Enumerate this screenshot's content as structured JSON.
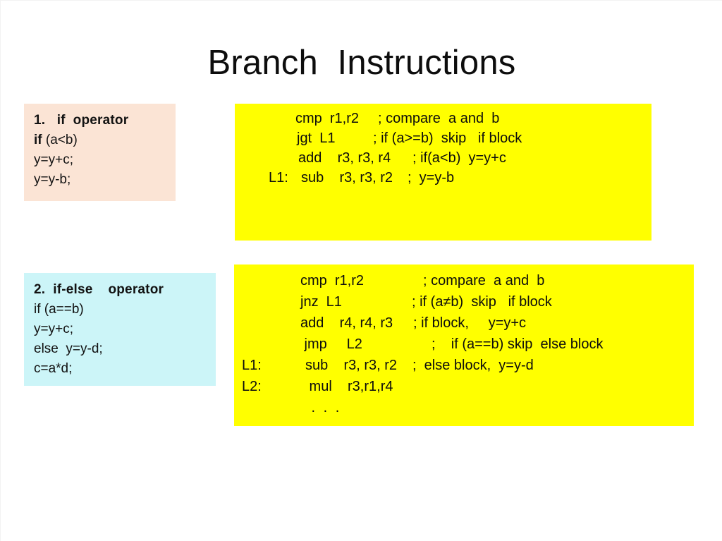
{
  "slide": {
    "title": "Branch  Instructions",
    "background_color": "#ffffff"
  },
  "colors": {
    "peach_panel": "#fbe4d5",
    "cyan_panel": "#ccf5f8",
    "code_panel": "#ffff00",
    "text": "#0d0d0d"
  },
  "section_1": {
    "source_panel": {
      "background_color": "#fbe4d5",
      "heading_number": "1.",
      "heading_text": "if  operator",
      "lines": [
        {
          "bold_prefix": "if",
          "rest": " (a<b)"
        },
        {
          "bold_prefix": "",
          "rest": "y=y+c;"
        },
        {
          "bold_prefix": "",
          "rest": "y=y-b;"
        }
      ]
    },
    "code_panel": {
      "background_color": "#ffff00",
      "lines": [
        {
          "label": "",
          "instruction": "cmp  r1,r2",
          "comment": "; compare  a and  b"
        },
        {
          "label": "",
          "instruction": "jgt  L1",
          "comment": "; if (a>=b)  skip   if block"
        },
        {
          "label": "",
          "instruction": "add    r3, r3, r4",
          "comment": "; if(a<b)  y=y+c"
        },
        {
          "label": "L1:",
          "instruction": "sub    r3, r3, r2",
          "comment": ";  y=y-b"
        }
      ]
    }
  },
  "section_2": {
    "source_panel": {
      "background_color": "#ccf5f8",
      "heading_number": "2.",
      "heading_text": "if-else    operator",
      "lines": [
        {
          "bold_prefix": "",
          "rest": "if (a==b)"
        },
        {
          "bold_prefix": "",
          "rest": "y=y+c;"
        },
        {
          "bold_prefix": "",
          "rest": "else  y=y-d;"
        },
        {
          "bold_prefix": "",
          "rest": "c=a*d;"
        }
      ]
    },
    "code_panel": {
      "background_color": "#ffff00",
      "lines": [
        {
          "label": "",
          "instruction": "cmp  r1,r2",
          "comment": "; compare  a and  b"
        },
        {
          "label": "",
          "instruction": "jnz  L1",
          "comment": "; if (a≠b)  skip   if block"
        },
        {
          "label": "",
          "instruction": "add    r4, r4, r3",
          "comment": "; if block,     y=y+c"
        },
        {
          "label": "",
          "instruction": " jmp     L2",
          "comment": ";    if (a==b) skip  else block"
        },
        {
          "label": "L1:",
          "instruction": "sub    r3, r3, r2",
          "comment": ";  else block,  y=y-d"
        },
        {
          "label": "L2:",
          "instruction": " mul    r3,r1,r4",
          "comment": ""
        },
        {
          "label": "",
          "instruction": " . . .",
          "comment": ""
        }
      ]
    }
  }
}
